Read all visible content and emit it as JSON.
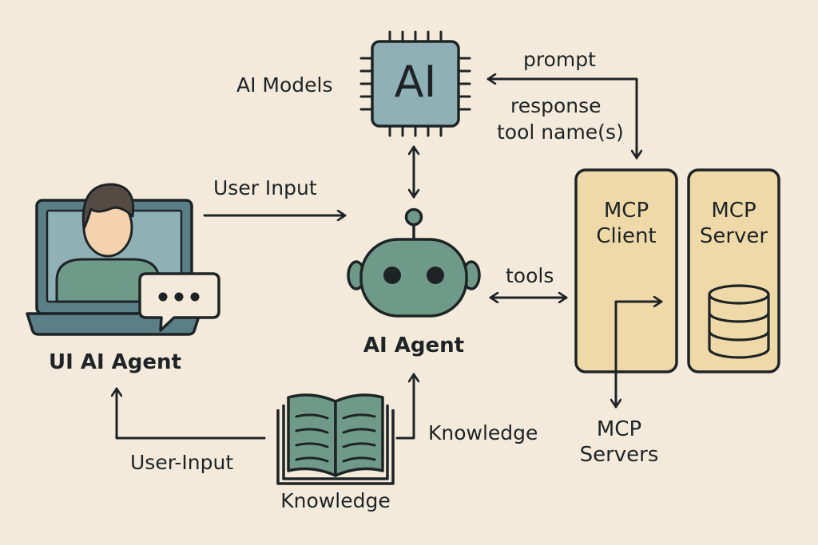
{
  "nodes": {
    "ai_models": {
      "chip_text": "AI",
      "label": "AI Models"
    },
    "ai_agent": {
      "label": "AI Agent"
    },
    "ui_ai_agent": {
      "label": "UI AI Agent"
    },
    "knowledge_book": {
      "label": "Knowledge"
    },
    "mcp_client": {
      "label": "MCP Client"
    },
    "mcp_server": {
      "label": "MCP Server"
    },
    "mcp_servers": {
      "label": "MCP Servers"
    }
  },
  "edges": {
    "prompt": "prompt",
    "response": "response",
    "tool_names": "tool name(s)",
    "user_input_top": "User Input",
    "tools": "tools",
    "knowledge_to_agent": "Knowledge",
    "user_input_bottom": "User-Input"
  },
  "colors": {
    "background": "#f4eadb",
    "chip": "#8fb1b6",
    "robot": "#6f9a89",
    "person_shirt": "#6f9a89",
    "mcp_panel": "#f0d9a8",
    "screen": "#8fb1b6",
    "laptop_base": "#5b7f86",
    "outline": "#1e2426"
  }
}
